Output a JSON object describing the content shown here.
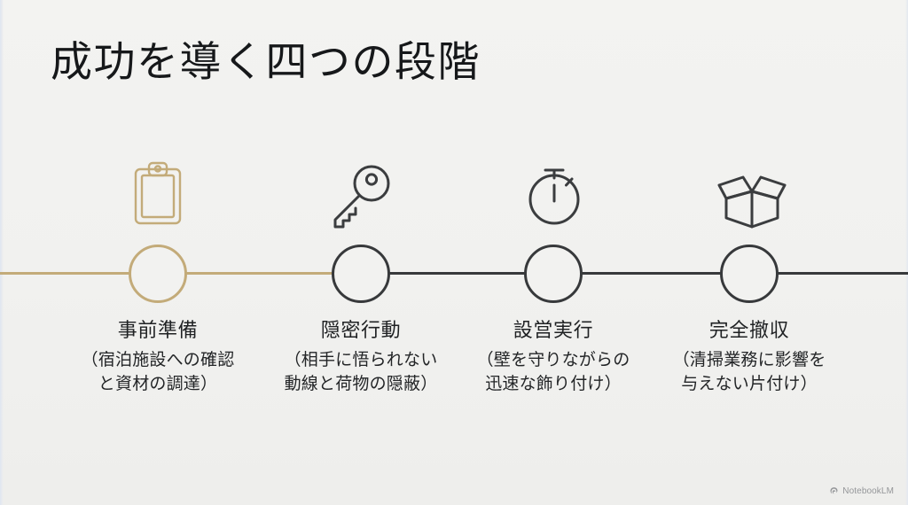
{
  "slide": {
    "title": "成功を導く四つの段階",
    "background_color": "#f2f2f0",
    "accent_gold": "#c3ab79",
    "accent_dark": "#37393b"
  },
  "timeline": {
    "steps": [
      {
        "icon": "clipboard-icon",
        "label": "事前準備",
        "detail_line1": "（宿泊施設への確認",
        "detail_line2": "と資材の調達）",
        "state_color": "#c3ab79"
      },
      {
        "icon": "key-icon",
        "label": "隠密行動",
        "detail_line1": "（相手に悟られない",
        "detail_line2": "動線と荷物の隠蔽）",
        "state_color": "#37393b"
      },
      {
        "icon": "stopwatch-icon",
        "label": "設営実行",
        "detail_line1": "（壁を守りながらの",
        "detail_line2": "迅速な飾り付け）",
        "state_color": "#37393b"
      },
      {
        "icon": "open-box-icon",
        "label": "完全撤収",
        "detail_line1": "（清掃業務に影響を",
        "detail_line2": "与えない片付け）",
        "state_color": "#37393b"
      }
    ]
  },
  "watermark": {
    "text": "NotebookLM"
  }
}
